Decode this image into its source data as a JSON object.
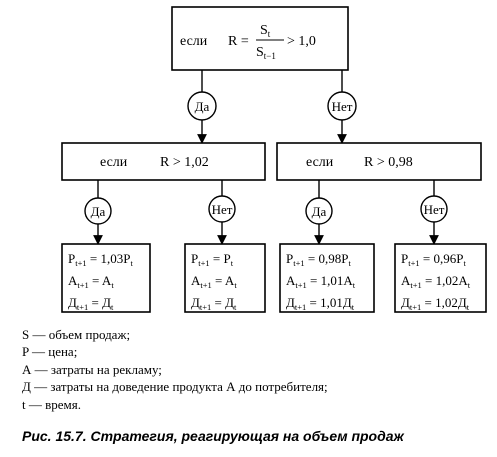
{
  "top_condition": {
    "prefix": "если",
    "lhs": "R =",
    "numerator": "S",
    "numerator_sub": "t",
    "denominator": "S",
    "denominator_sub": "t−1",
    "rhs": "> 1,0"
  },
  "left_condition": {
    "prefix": "если",
    "expr": "R > 1,02"
  },
  "right_condition": {
    "prefix": "если",
    "expr": "R > 0,98"
  },
  "yes_label": "Да",
  "no_label": "Нет",
  "outcomes": [
    {
      "p_coef": "1,03",
      "a_coef": "",
      "d_coef": ""
    },
    {
      "p_coef": "",
      "a_coef": "",
      "d_coef": ""
    },
    {
      "p_coef": "0,98",
      "a_coef": "1,01",
      "d_coef": "1,01"
    },
    {
      "p_coef": "0,96",
      "a_coef": "1,02",
      "d_coef": "1,02"
    }
  ],
  "formula_symbols": {
    "p": "P",
    "a": "A",
    "d": "Д",
    "sub_next": "t+1",
    "sub_now": "t",
    "eq": " = "
  },
  "legend": [
    "S — объем продаж;",
    "P — цена;",
    "А — затраты на рекламу;",
    "Д — затраты на доведение продукта А до потребителя;",
    "t — время."
  ],
  "caption": "Рис. 15.7. Стратегия, реагирующая на объем продаж"
}
